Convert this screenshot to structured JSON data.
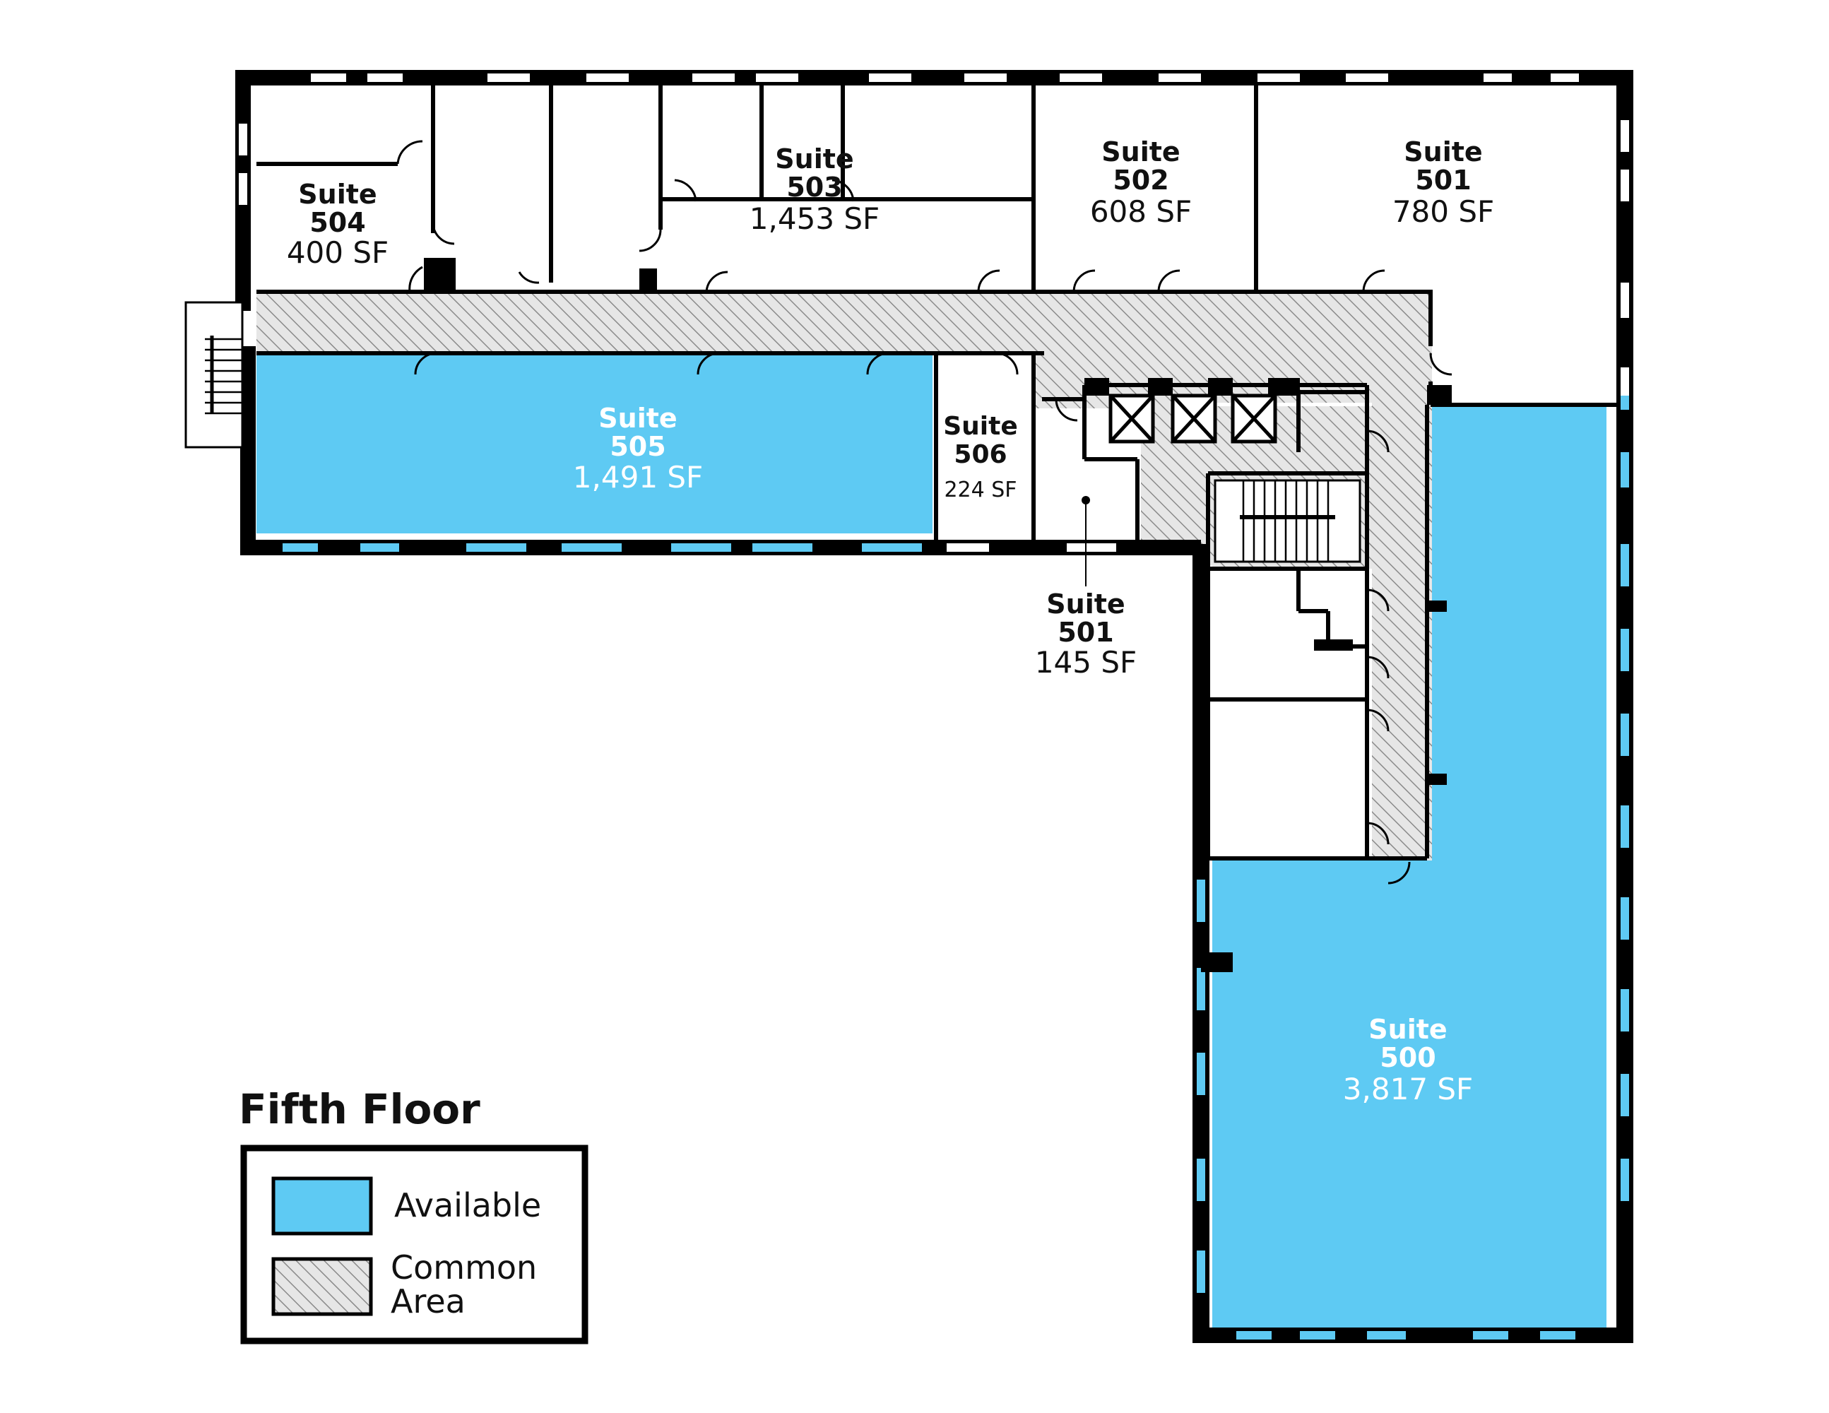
{
  "floor_title": "Fifth Floor",
  "legend": {
    "available_label": "Available",
    "common_label_line1": "Common",
    "common_label_line2": "Area"
  },
  "colors": {
    "available": "#5ecaf3",
    "wall": "#000000",
    "common_hatch": "#d9d9d9",
    "available_text": "#ffffff",
    "text": "#111111"
  },
  "suites": {
    "s504": {
      "name": "Suite",
      "number": "504",
      "area": "400 SF",
      "available": false
    },
    "s503": {
      "name": "Suite",
      "number": "503",
      "area": "1,453 SF",
      "available": false
    },
    "s502": {
      "name": "Suite",
      "number": "502",
      "area": "608 SF",
      "available": false
    },
    "s501_north": {
      "name": "Suite",
      "number": "501",
      "area": "780 SF",
      "available": false
    },
    "s505": {
      "name": "Suite",
      "number": "505",
      "area": "1,491 SF",
      "available": true
    },
    "s506": {
      "name": "Suite",
      "number": "506",
      "area": "224 SF",
      "available": false
    },
    "s501_small": {
      "name": "Suite",
      "number": "501",
      "area": "145 SF",
      "available": false
    },
    "s500": {
      "name": "Suite",
      "number": "500",
      "area": "3,817 SF",
      "available": true
    }
  }
}
